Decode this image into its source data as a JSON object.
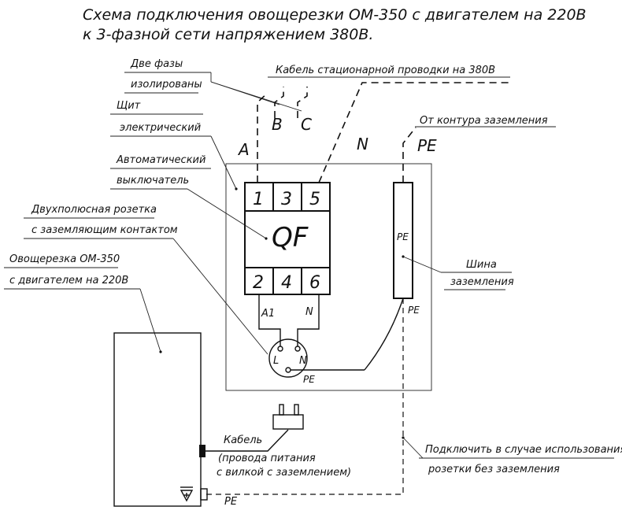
{
  "title": {
    "line1": "Схема подключения овощерезки ОМ-350 с двигателем на 220В",
    "line2": "к 3-фазной сети напряжением 380В."
  },
  "labels": {
    "two_phases_line1": "Две фазы",
    "two_phases_line2": "изолированы",
    "cable_380": "Кабель стационарной проводки на 380В",
    "panel_line1": "Щит",
    "panel_line2": "электрический",
    "breaker_line1": "Автоматический",
    "breaker_line2": "выключатель",
    "socket_line1": "Двухполюсная розетка",
    "socket_line2": "с заземляющим контактом",
    "machine_line1": "Овощерезка ОМ-350",
    "machine_line2": "с двигателем на 220В",
    "ground_loop": "От контура заземления",
    "bus_line1": "Шина",
    "bus_line2": "заземления",
    "cable_line1": "Кабель",
    "cable_line2": "(провода питания",
    "cable_line3": "с вилкой с заземлением)",
    "connect_line1": "Подключить в случае использования",
    "connect_line2": "розетки без заземления"
  },
  "phases": {
    "a": "A",
    "b": "B",
    "c": "C",
    "n": "N",
    "pe": "PE"
  },
  "breaker": {
    "name": "QF",
    "top_terminals": [
      "1",
      "3",
      "5"
    ],
    "bottom_terminals": [
      "2",
      "4",
      "6"
    ]
  },
  "wires": {
    "a1": "A1",
    "n": "N"
  },
  "socket": {
    "l": "L",
    "n": "N",
    "pe": "PE"
  },
  "bus": {
    "label": "PE",
    "bottom_label": "PE"
  },
  "machine": {
    "pe_label": "PE"
  }
}
